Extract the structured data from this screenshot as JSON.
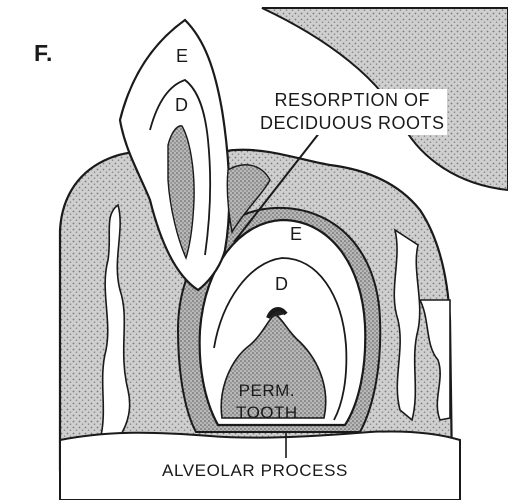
{
  "figure_label": "F.",
  "labels": {
    "deciduous_enamel": "E",
    "deciduous_dentin": "D",
    "resorption_line1": "RESORPTION OF",
    "resorption_line2": "DECIDUOUS ROOTS",
    "permanent_enamel": "E",
    "permanent_dentin": "D",
    "perm_tooth_line1": "PERM.",
    "perm_tooth_line2": "TOOTH",
    "alveolar_process": "ALVEOLAR PROCESS"
  },
  "colors": {
    "ink": "#1a1a1a",
    "stipple_fill": "#c9c9c9",
    "background": "#ffffff"
  }
}
